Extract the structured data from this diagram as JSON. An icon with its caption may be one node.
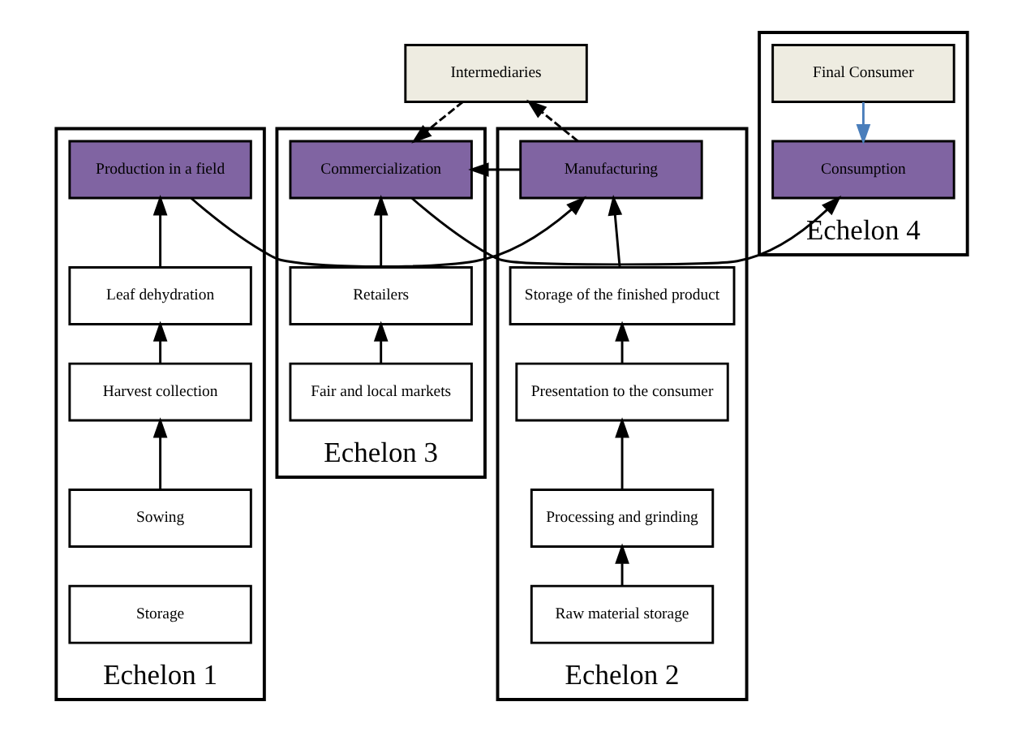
{
  "diagram": {
    "nodes": [
      {
        "text": [
          "Echelon 1"
        ]
      },
      {
        "text": [
          "Production in a field"
        ],
        "in": 0
      },
      {
        "text": [
          "Leaf dehydration"
        ],
        "in": 0
      },
      {
        "text": [
          "Harvest collection"
        ],
        "in": 0
      },
      {
        "text": [
          "Sowing"
        ],
        "in": 0
      },
      {
        "text": [
          "Storage"
        ],
        "in": 0
      },
      {
        "text": [
          "Echelon 2"
        ]
      },
      {
        "text": [
          "Manufacturing"
        ],
        "in": 6
      },
      {
        "text": [
          "Storage of the finished product"
        ],
        "in": 6
      },
      {
        "text": [
          "Presentation to the consumer"
        ],
        "in": 6
      },
      {
        "text": [
          "Processing and grinding"
        ],
        "in": 6
      },
      {
        "text": [
          "Raw material storage"
        ],
        "in": 6
      },
      {
        "text": [
          "Echelon 3"
        ]
      },
      {
        "text": [
          "Intermediaries"
        ]
      },
      {
        "text": [
          "Commercialization"
        ],
        "in": 12
      },
      {
        "text": [
          "Retailers"
        ],
        "in": 12
      },
      {
        "text": [
          "Fair and local markets"
        ],
        "in": 12
      },
      {
        "text": [
          "Echelon 4"
        ]
      },
      {
        "text": [
          "Final Consumer"
        ],
        "in": 17
      },
      {
        "text": [
          "Consumption"
        ],
        "in": 17
      }
    ],
    "edges": [
      {
        "from": 2,
        "to": 1,
        "arrow": "to"
      },
      {
        "from": 3,
        "to": 2,
        "arrow": "to"
      },
      {
        "from": 4,
        "to": 3,
        "arrow": "to"
      },
      {
        "from": 1,
        "to": 7,
        "arrow": "to"
      },
      {
        "from": 8,
        "to": 7,
        "arrow": "to"
      },
      {
        "from": 9,
        "to": 8,
        "arrow": "to"
      },
      {
        "from": 10,
        "to": 9,
        "arrow": "to"
      },
      {
        "from": 11,
        "to": 10,
        "arrow": "to"
      },
      {
        "from": 7,
        "to": 13,
        "arrow": "to",
        "style": "dashed"
      },
      {
        "from": 13,
        "to": 14,
        "arrow": "to",
        "style": "dashed"
      },
      {
        "from": 7,
        "to": 14,
        "arrow": "to"
      },
      {
        "from": 15,
        "to": 14,
        "arrow": "to"
      },
      {
        "from": 16,
        "to": 15,
        "arrow": "to"
      },
      {
        "from": 14,
        "to": 19,
        "arrow": "to"
      },
      {
        "from": 18,
        "to": 19,
        "arrow": "to",
        "color": "#4a7ebb"
      }
    ]
  }
}
